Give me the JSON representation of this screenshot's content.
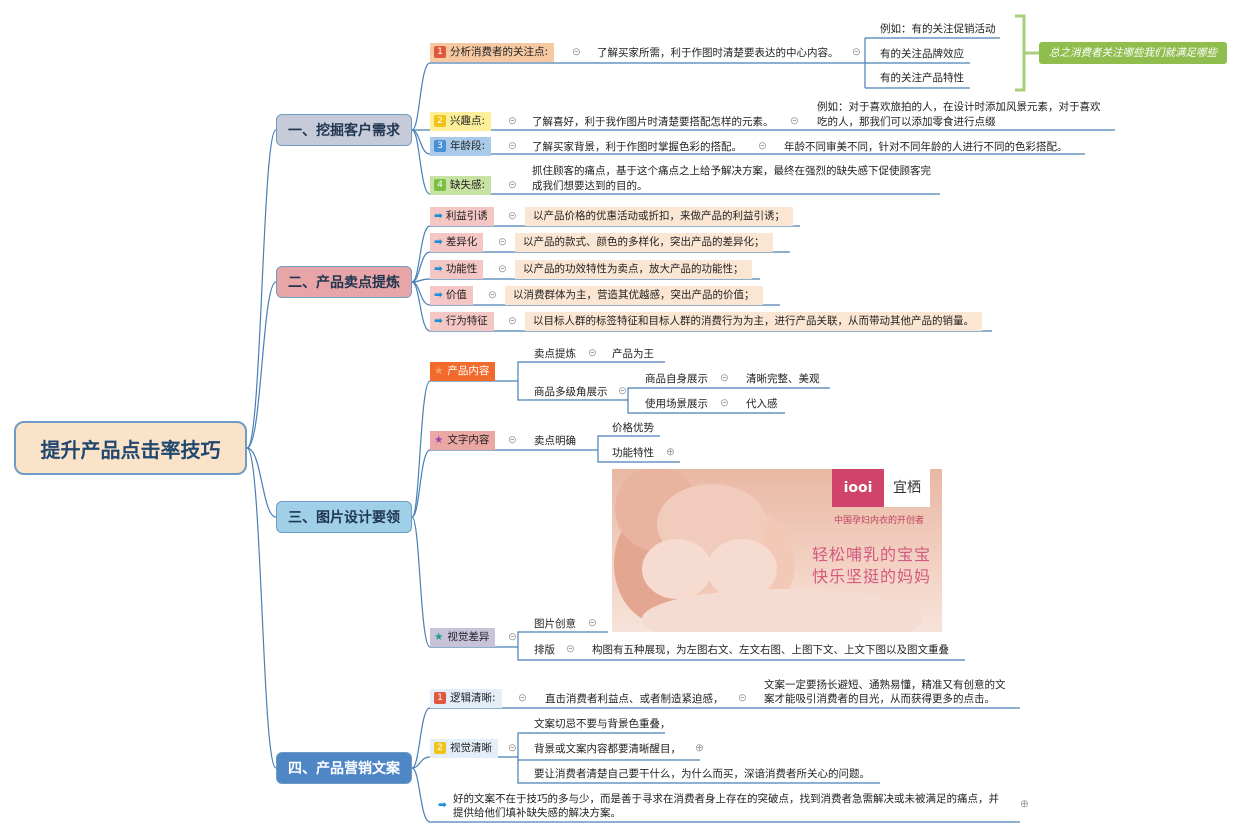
{
  "root": "提升产品点击率技巧",
  "sections": {
    "s1": "一、挖掘客户需求",
    "s2": "二、产品卖点提炼",
    "s3": "三、图片设计要领",
    "s4": "四、产品营销文案"
  },
  "s1": {
    "n1": "1",
    "t1": "分析消费者的关注点:",
    "d1": "了解买家所需，利于作图时清楚要表达的中心内容。",
    "e1": "例如：有的关注促销活动",
    "e2": "有的关注品牌效应",
    "e3": "有的关注产品特性",
    "summary": "总之消费者关注哪些我们就满足哪些",
    "n2": "2",
    "t2": "兴趣点:",
    "d2": "了解喜好，利于我作图片时清楚要搭配怎样的元素。",
    "e4a": "例如：对于喜欢旅拍的人，在设计时添加风景元素，对于喜欢",
    "e4b": "吃的人，那我们可以添加零食进行点缀",
    "n3": "3",
    "t3": "年龄段:",
    "d3": "了解买家背景，利于作图时掌握色彩的搭配。",
    "e5": "年龄不同审美不同，针对不同年龄的人进行不同的色彩搭配。",
    "n4": "4",
    "t4": "缺失感:",
    "d4a": "抓住顾客的痛点，基于这个痛点之上给予解决方案，最终在强烈的缺失感下促使顾客完",
    "d4b": "成我们想要达到的目的。"
  },
  "s2": {
    "items": [
      {
        "label": "利益引诱",
        "desc": "以产品价格的优惠活动或折扣，来做产品的利益引诱；"
      },
      {
        "label": "差异化",
        "desc": "以产品的款式、颜色的多样化，突出产品的差异化；"
      },
      {
        "label": "功能性",
        "desc": "以产品的功效特性为卖点，放大产品的功能性；"
      },
      {
        "label": "价值",
        "desc": "以消费群体为主，营造其优越感，突出产品的价值；"
      },
      {
        "label": "行为特征",
        "desc": "以目标人群的标签特征和目标人群的消费行为为主，进行产品关联，从而带动其他产品的销量。"
      }
    ]
  },
  "s3": {
    "c1": "产品内容",
    "c1a": "卖点提炼",
    "c1a1": "产品为王",
    "c1b": "商品多级角展示",
    "c1b1": "商品自身展示",
    "c1b1a": "清晰完整、美观",
    "c1b2": "使用场景展示",
    "c1b2a": "代入感",
    "c2": "文字内容",
    "c2a": "卖点明确",
    "c2a1": "价格优势",
    "c2a2": "功能特性",
    "c3": "视觉差异",
    "c3a": "图片创意",
    "c3b": "排版",
    "c3b1": "构图有五种展现，为左图右文、左文右图、上图下文、上文下图以及图文重叠",
    "photo": {
      "brand_logo": "iooi",
      "brand_name": "宜栖",
      "tagline": "中国孕妇内衣的开创者",
      "slogan1": "轻松哺乳的宝宝",
      "slogan2": "快乐坚挺的妈妈"
    }
  },
  "s4": {
    "n1": "1",
    "t1": "逻辑清晰:",
    "d1": "直击消费者利益点、或者制造紧迫感，",
    "e1a": "文案一定要扬长避短、通熟易懂，精准又有创意的文",
    "e1b": "案才能吸引消费者的目光，从而获得更多的点击。",
    "n2": "2",
    "t2": "视觉清晰",
    "v1": "文案切忌不要与背景色重叠，",
    "v2": "背景或文案内容都要清晰醒目，",
    "v3": "要让消费者清楚自己要干什么，为什么而买，深谙消费者所关心的问题。",
    "f1a": "好的文案不在于技巧的多与少，而是善于寻求在消费者身上存在的突破点，找到消费者急需解决或未被满足的痛点，并",
    "f1b": "提供给他们填补缺失感的解决方案。"
  },
  "colors": {
    "num1": "#e2583e",
    "num2": "#f0c419",
    "num3": "#4a90d9",
    "num4": "#7ac143",
    "sec1": "#c7cbd9",
    "sec2": "#e8a5a8",
    "sec3": "#9fd0e8",
    "sec4": "#4f86c6",
    "line": "#4a7fb5"
  }
}
